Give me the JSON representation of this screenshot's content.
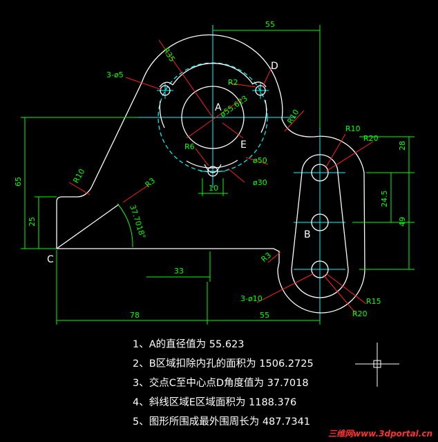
{
  "colors": {
    "background": "#000000",
    "outline": "#ffffff",
    "dimension": "#00ff00",
    "centerline": "#00ffff",
    "leader": "#ff2020"
  },
  "dimensions": {
    "top_55": "55",
    "r35": "R35",
    "three_d5": "3-ø5",
    "r2": "R2",
    "d55": "ø55.623",
    "r10_right": "R10",
    "r10_side": "R10",
    "r20_top": "R20",
    "d28": "28",
    "r6": "R6",
    "d50": "ø50",
    "d10": "10",
    "d30": "ø30",
    "r10_left": "R10",
    "r3_top": "R3",
    "d65": "65",
    "d25": "25",
    "angle": "37.7018°",
    "d24_5": "24.5",
    "d49": "49",
    "r3_low": "R3",
    "d33": "33",
    "three_d10": "3-ø10",
    "r15": "R15",
    "r20_bot": "R20",
    "d78": "78",
    "bottom_55": "55"
  },
  "labels": {
    "a": "A",
    "b": "B",
    "c": "C",
    "d": "D",
    "e": "E"
  },
  "notes": [
    "1、A的直径值为 55.623",
    "2、B区域扣除内孔的面积为 1506.2725",
    "3、交点C至中心点D角度值为 37.7018",
    "4、斜线区域E区域面积为 1188.376",
    "5、图形所围成最外围周长为 487.7341"
  ],
  "watermark": "三维网www.3dportal.cn"
}
